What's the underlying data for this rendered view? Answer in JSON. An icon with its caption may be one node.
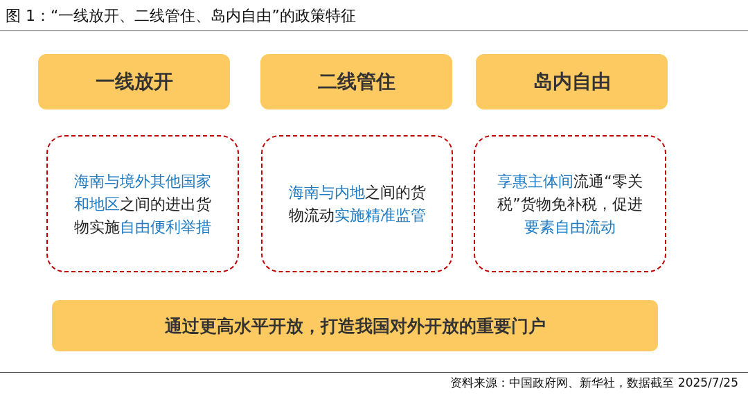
{
  "diagram": {
    "title": "图 1：“一线放开、二线管住、岛内自由”的政策特征",
    "caption": "资料来源：中国政府网、新华社，数据截至 2025/7/25",
    "nodes": [
      {
        "text": [
          "一线放开"
        ]
      },
      {
        "text": [
          "二线管住"
        ]
      },
      {
        "text": [
          "岛内自由"
        ]
      },
      {
        "text": [
          "**海南与境外其他国家和地区**之间的进出货物实施**自由便利举措**"
        ]
      },
      {
        "text": [
          "**海南与内地**之间的货物流动**实施精准监管**"
        ]
      },
      {
        "text": [
          "**享惠主体间**流通“零关税”货物免补税，促进**要素自由流动**"
        ]
      },
      {
        "text": [
          "通过更高水平开放，打造我国对外开放的重要门户"
        ]
      }
    ]
  }
}
